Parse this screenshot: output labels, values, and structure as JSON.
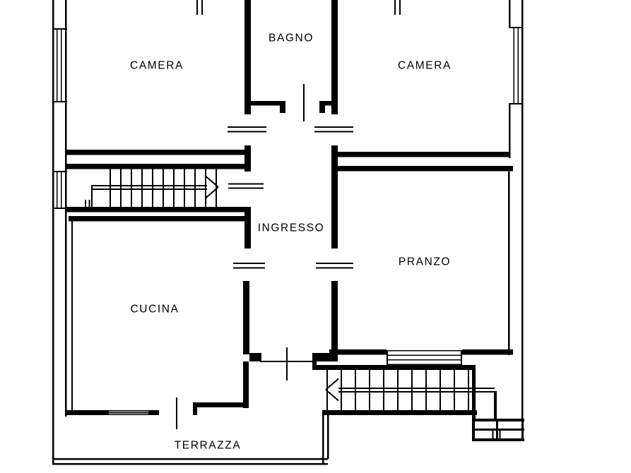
{
  "drawing": {
    "type": "apartment floor plan",
    "language": "Italian",
    "background_color": "#ffffff",
    "line_color": "#000000"
  },
  "rooms": [
    {
      "id": "camera-left",
      "label": "CAMERA"
    },
    {
      "id": "bagno",
      "label": "BAGNO"
    },
    {
      "id": "camera-right",
      "label": "CAMERA"
    },
    {
      "id": "ingresso",
      "label": "INGRESSO"
    },
    {
      "id": "pranzo",
      "label": "PRANZO"
    },
    {
      "id": "cucina",
      "label": "CUCINA"
    },
    {
      "id": "terrazza",
      "label": "TERRAZZA"
    }
  ],
  "stairs": [
    {
      "id": "upper-stairs",
      "direction_arrow": "right"
    },
    {
      "id": "lower-stairs",
      "direction_arrow": "left"
    }
  ]
}
